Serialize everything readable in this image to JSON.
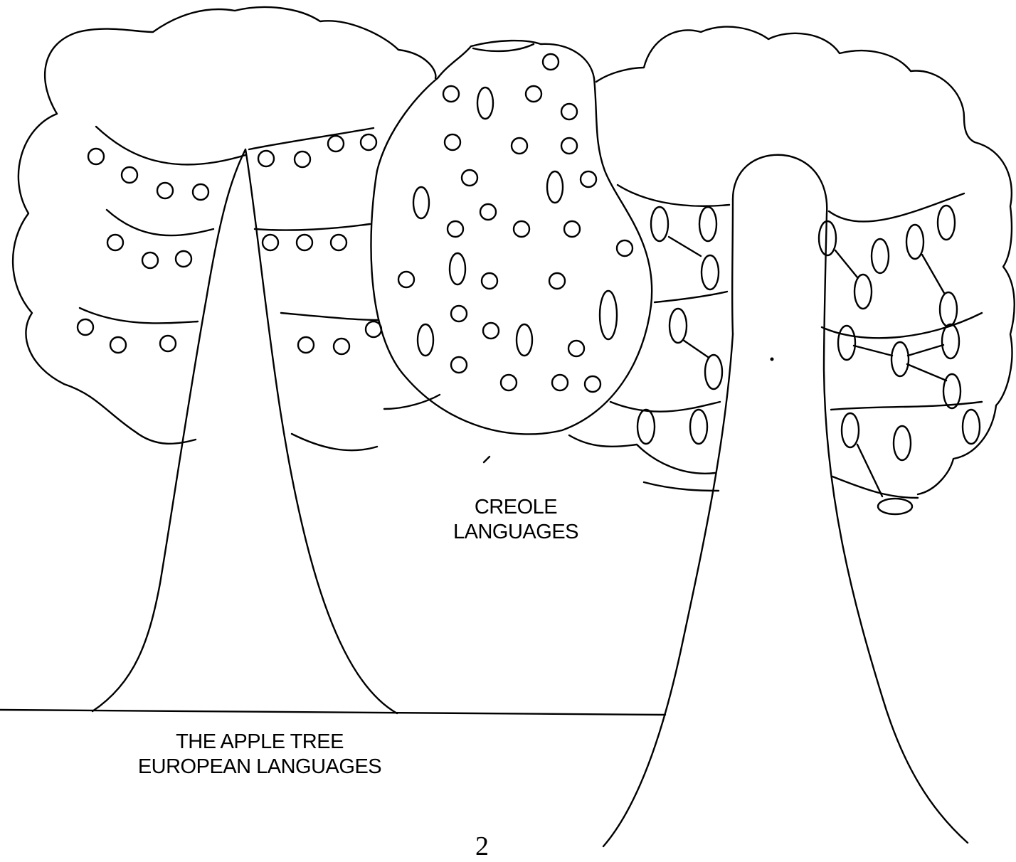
{
  "labels": {
    "creole_line1": "CREOLE",
    "creole_line2": "LANGUAGES",
    "apple_line1": "THE APPLE TREE",
    "apple_line2": "EUROPEAN LANGUAGES"
  },
  "page_number": "2"
}
